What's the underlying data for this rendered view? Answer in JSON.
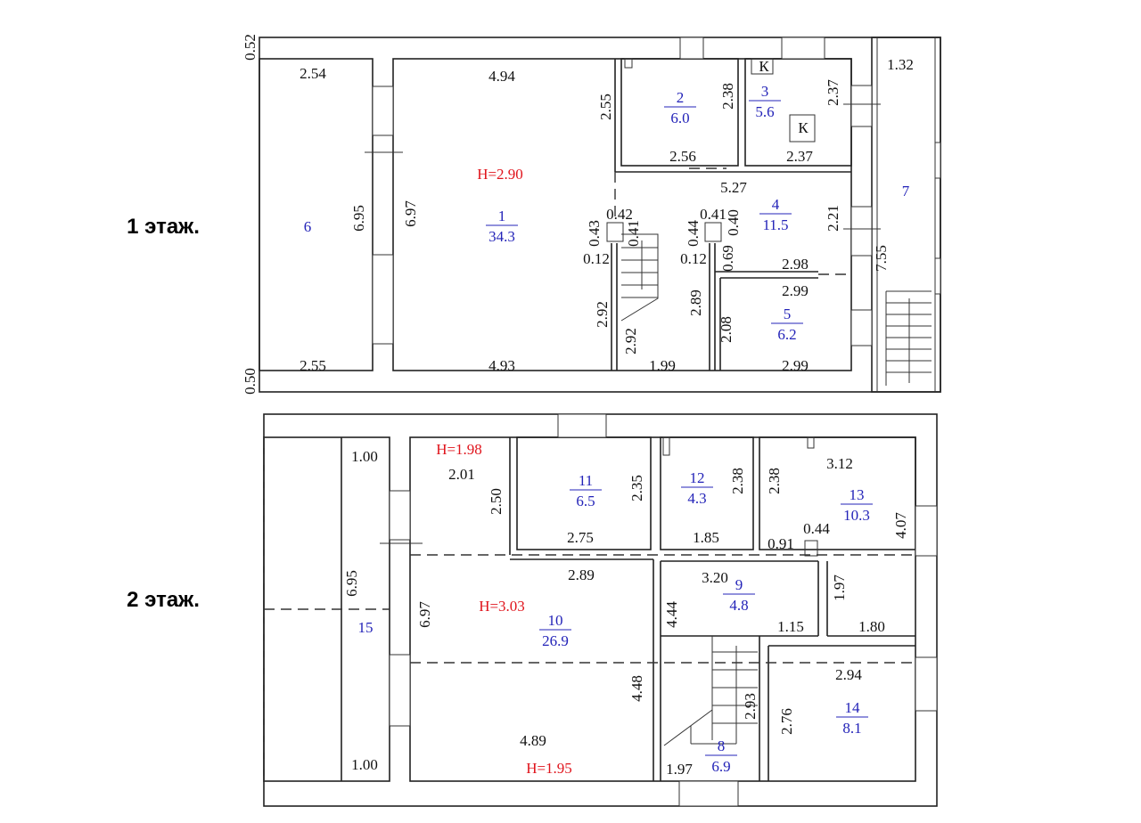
{
  "colors": {
    "room_label": "#2323b8",
    "height_label": "#e0141c",
    "wall": "#222222"
  },
  "floors": [
    {
      "label": "1 этаж.",
      "heights": [
        "H=2.90"
      ],
      "marks": [
        "К",
        "К"
      ],
      "rooms": [
        {
          "num": "1",
          "area": "34.3"
        },
        {
          "num": "2",
          "area": "6.0"
        },
        {
          "num": "3",
          "area": "5.6"
        },
        {
          "num": "4",
          "area": "11.5"
        },
        {
          "num": "5",
          "area": "6.2"
        },
        {
          "num": "6",
          "area": null
        },
        {
          "num": "7",
          "area": null
        }
      ],
      "dimensions": [
        "0.52",
        "0.50",
        "2.54",
        "4.94",
        "2.55",
        "2.38",
        "2.37",
        "1.32",
        "2.56",
        "2.37",
        "5.27",
        "6.95",
        "6.97",
        "0.42",
        "0.41",
        "0.40",
        "0.43",
        "0.41",
        "0.44",
        "0.12",
        "0.12",
        "0.69",
        "2.98",
        "2.21",
        "2.99",
        "7.55",
        "2.92",
        "2.89",
        "2.08",
        "2.92",
        "1.99",
        "2.55",
        "4.93",
        "2.99"
      ]
    },
    {
      "label": "2 этаж.",
      "heights": [
        "H=1.98",
        "H=3.03",
        "H=1.95"
      ],
      "marks": [],
      "rooms": [
        {
          "num": "8",
          "area": "6.9"
        },
        {
          "num": "9",
          "area": "4.8"
        },
        {
          "num": "10",
          "area": "26.9"
        },
        {
          "num": "11",
          "area": "6.5"
        },
        {
          "num": "12",
          "area": "4.3"
        },
        {
          "num": "13",
          "area": "10.3"
        },
        {
          "num": "14",
          "area": "8.1"
        },
        {
          "num": "15",
          "area": null
        }
      ],
      "dimensions": [
        "1.00",
        "2.01",
        "2.50",
        "2.35",
        "2.38",
        "2.38",
        "3.12",
        "4.07",
        "2.75",
        "1.85",
        "0.91",
        "0.44",
        "2.89",
        "3.20",
        "1.97",
        "6.95",
        "6.97",
        "4.44",
        "1.15",
        "1.80",
        "2.94",
        "4.48",
        "2.93",
        "2.76",
        "4.89",
        "1.00",
        "1.97"
      ]
    }
  ]
}
